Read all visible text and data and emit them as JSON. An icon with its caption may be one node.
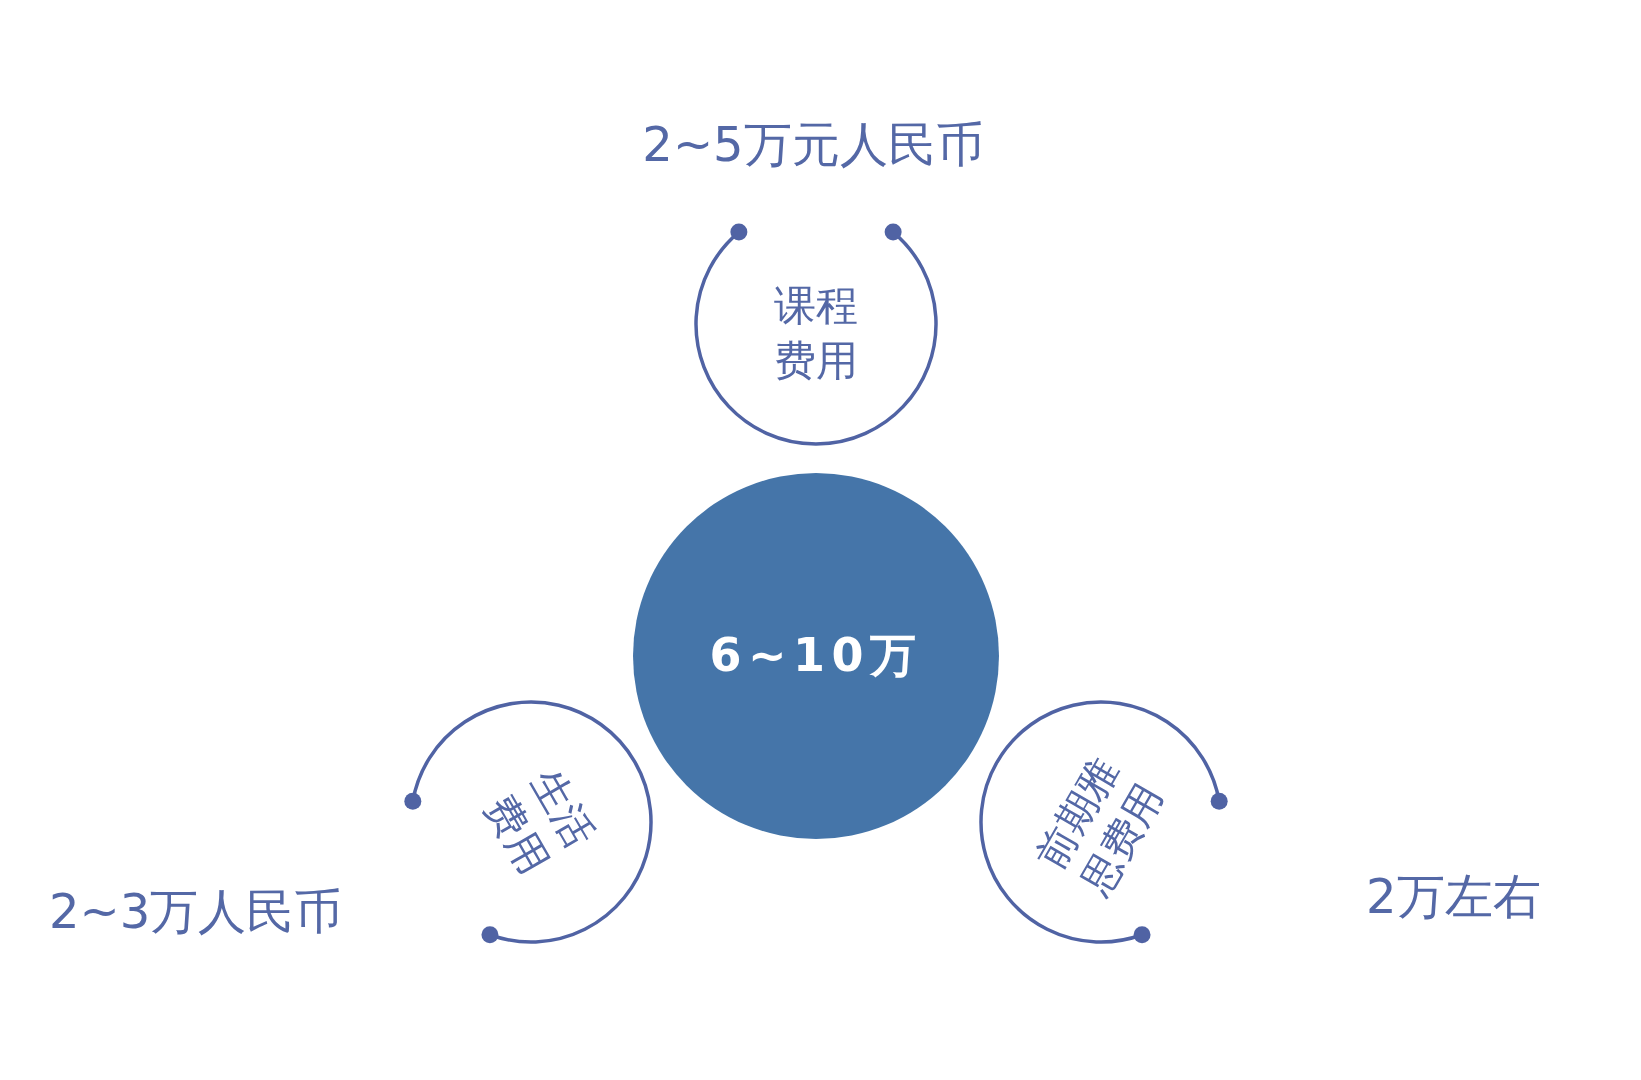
{
  "diagram": {
    "nodes": [
      {
        "text": [
          "课程费用"
        ],
        "beside": [
          "2~5万元人民币"
        ]
      },
      {
        "text": [
          "6~10万"
        ]
      },
      {
        "text": [
          "生活费用"
        ],
        "beside": [
          "2~3万人民币"
        ]
      },
      {
        "text": [
          "前期雅思费用"
        ],
        "beside": [
          "2万左右"
        ]
      }
    ]
  }
}
